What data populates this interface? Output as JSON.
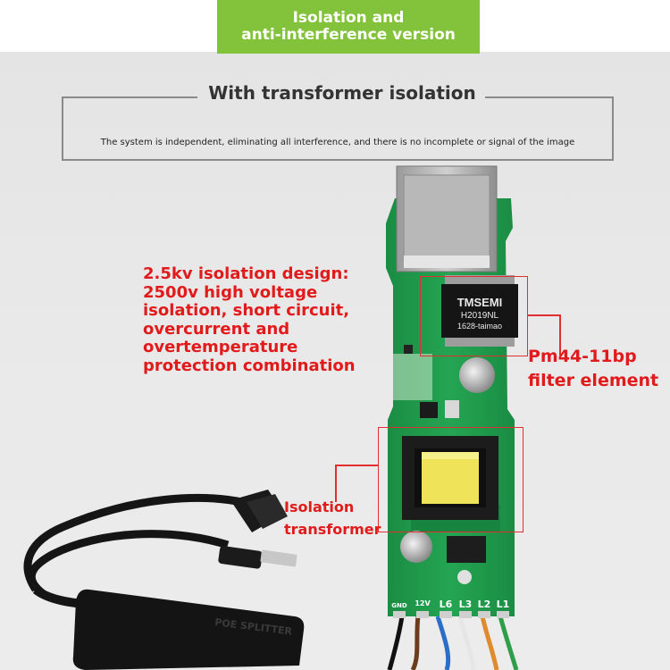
{
  "banner": {
    "line1": "Isolation and",
    "line2": "anti-interference version",
    "color": "#83c33c"
  },
  "header": {
    "title": "With transformer isolation",
    "subtitle": "The system is independent, eliminating all interference, and there is no incomplete or signal of the image"
  },
  "callouts": {
    "isolation_design": [
      "2.5kv isolation design:",
      "2500v high voltage",
      "isolation, short circuit,",
      "overcurrent and",
      "overtemperature",
      "protection combination"
    ],
    "filter_element": [
      "Pm44-11bp",
      "filter element"
    ],
    "transformer": [
      "Isolation",
      "transformer"
    ],
    "accent_color": "#e11b1b"
  },
  "board": {
    "chip_brand": "TMSEMI",
    "chip_model": "H2019NL",
    "chip_code": "1628-taimao",
    "pin_labels": [
      "GND",
      "12V",
      "L6",
      "L3",
      "L2",
      "L1"
    ],
    "board_color": "#1f9a4c"
  },
  "cable": {
    "device_text": "POE SPLITTER"
  }
}
